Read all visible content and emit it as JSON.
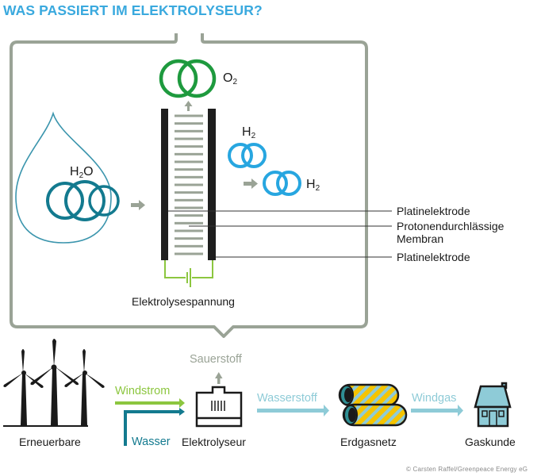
{
  "title": "WAS PASSIERT IM ELEKTROLYSEUR?",
  "molecules": {
    "water": {
      "base": "H",
      "sub": "2",
      "tail": "O"
    },
    "oxygen": {
      "base": "O",
      "sub": "2",
      "tail": ""
    },
    "hydrogen_top": {
      "base": "H",
      "sub": "2",
      "tail": ""
    },
    "hydrogen_right": {
      "base": "H",
      "sub": "2",
      "tail": ""
    }
  },
  "cell_labels": {
    "electrode_top": "Platinelektrode",
    "membrane_line1": "Protonendurchlässige",
    "membrane_line2": "Membran",
    "electrode_bottom": "Platinelektrode",
    "voltage": "Elektrolysespannung"
  },
  "process": {
    "stations": [
      {
        "id": "renewables",
        "label": "Erneuerbare",
        "icon": "wind-turbines-icon"
      },
      {
        "id": "electrolyser",
        "label": "Elektrolyseur",
        "icon": "electrolyser-icon"
      },
      {
        "id": "gas-grid",
        "label": "Erdgasnetz",
        "icon": "gas-pipes-icon"
      },
      {
        "id": "customer",
        "label": "Gaskunde",
        "icon": "house-icon"
      }
    ],
    "flows": {
      "wind_power": "Windstrom",
      "water": "Wasser",
      "oxygen": "Sauerstoff",
      "hydrogen": "Wasserstoff",
      "windgas": "Windgas"
    }
  },
  "credit": "© Carsten Raffel/Greenpeace Energy eG",
  "colors": {
    "title": "#3aa9de",
    "frame": "#9aa396",
    "oxygen": "#1e9a3e",
    "hydrogen": "#27a6e0",
    "water_molecule": "#137a8f",
    "water_drop": "#3b95ad",
    "wind_power": "#8cc63f",
    "hydrogen_flow": "#8ecbd7",
    "pipe_yellow": "#f5c400",
    "house_fill": "#8ecbd7"
  }
}
